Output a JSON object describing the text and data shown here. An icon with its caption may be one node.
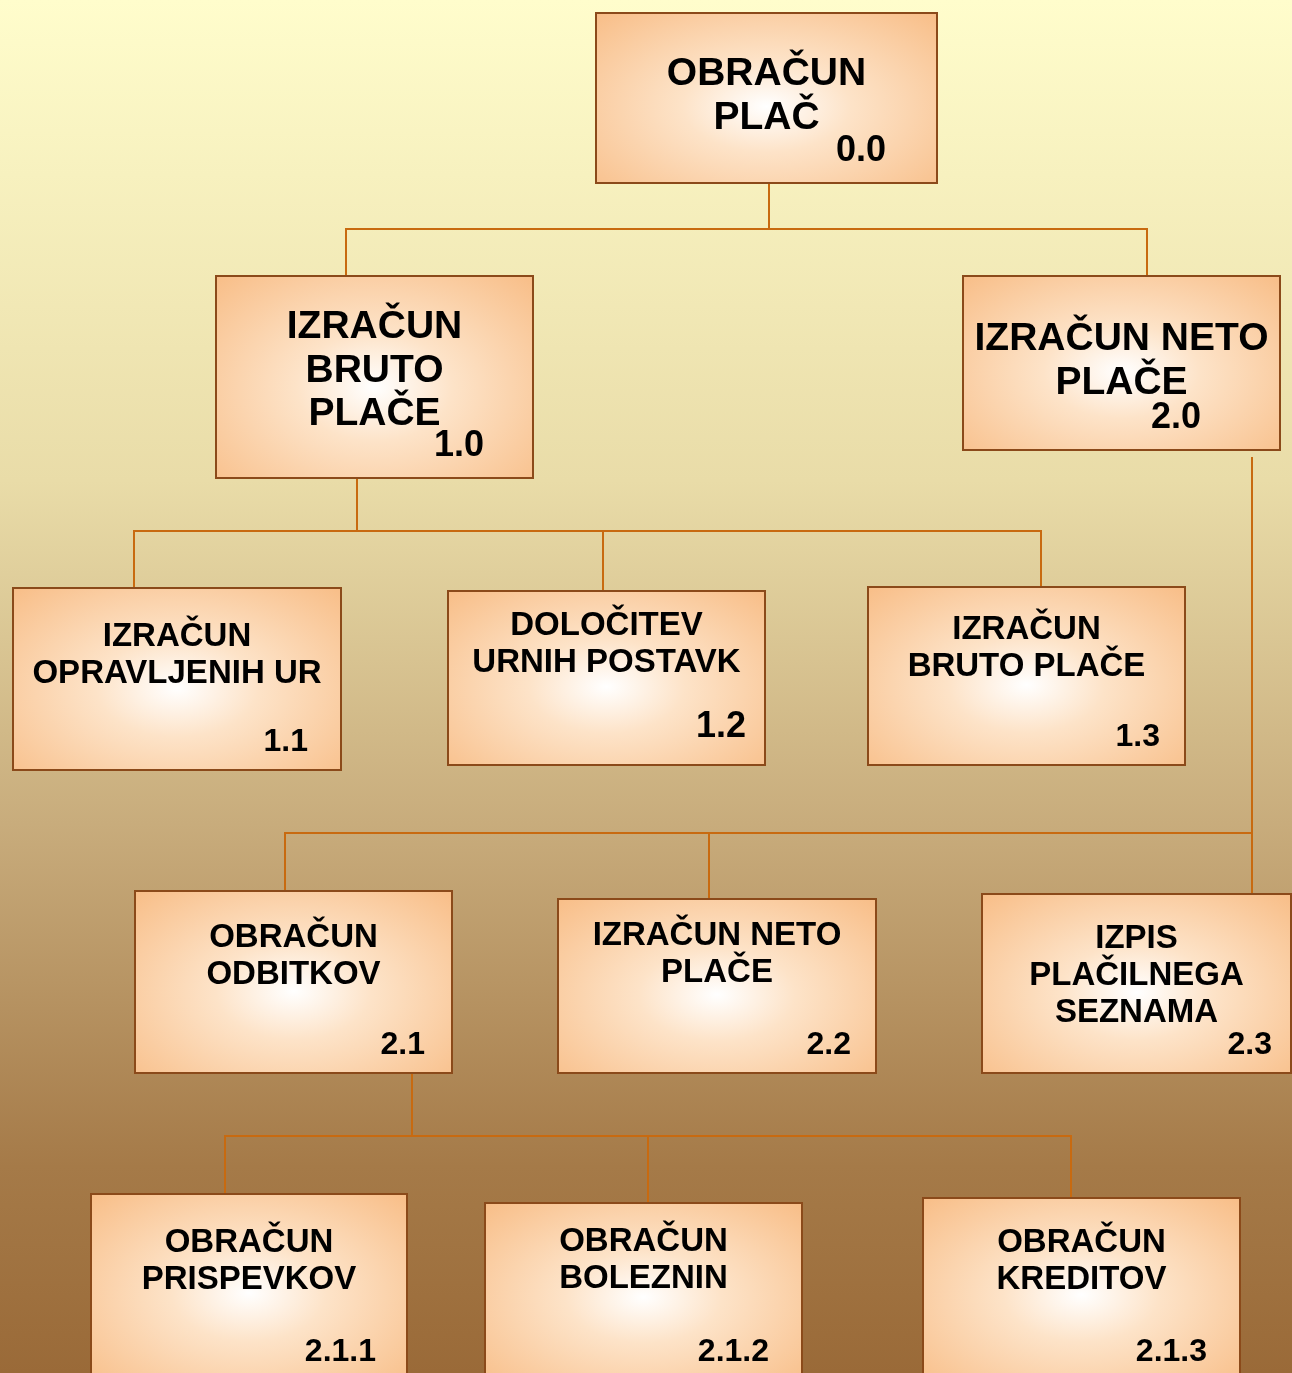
{
  "diagram": {
    "nodes": [
      {
        "text": [
          "OBRAČUN PLAČ",
          "0.0"
        ]
      },
      {
        "text": [
          "IZRAČUN BRUTO PLAČE",
          "1.0"
        ]
      },
      {
        "text": [
          "IZRAČUN NETO PLAČE",
          "2.0"
        ]
      },
      {
        "text": [
          "IZRAČUN OPRAVLJENIH UR",
          "1.1"
        ]
      },
      {
        "text": [
          "DOLOČITEV URNIH POSTAVK",
          "1.2"
        ]
      },
      {
        "text": [
          "IZRAČUN BRUTO PLAČE",
          "1.3"
        ]
      },
      {
        "text": [
          "OBRAČUN ODBITKOV",
          "2.1"
        ]
      },
      {
        "text": [
          "IZRAČUN NETO PLAČE",
          "2.2"
        ]
      },
      {
        "text": [
          "IZPIS PLAČILNEGA SEZNAMA",
          "2.3"
        ]
      },
      {
        "text": [
          "OBRAČUN PRISPEVKOV",
          "2.1.1"
        ]
      },
      {
        "text": [
          "OBRAČUN BOLEZNIN",
          "2.1.2"
        ]
      },
      {
        "text": [
          "OBRAČUN KREDITOV",
          "2.1.3"
        ]
      }
    ],
    "edges": [
      {
        "from": 0,
        "to": 1,
        "arrow": "none"
      },
      {
        "from": 0,
        "to": 2,
        "arrow": "none"
      },
      {
        "from": 1,
        "to": 3,
        "arrow": "none"
      },
      {
        "from": 1,
        "to": 4,
        "arrow": "none"
      },
      {
        "from": 1,
        "to": 5,
        "arrow": "none"
      },
      {
        "from": 2,
        "to": 6,
        "arrow": "none"
      },
      {
        "from": 2,
        "to": 7,
        "arrow": "none"
      },
      {
        "from": 2,
        "to": 8,
        "arrow": "none"
      },
      {
        "from": 6,
        "to": 9,
        "arrow": "none"
      },
      {
        "from": 6,
        "to": 10,
        "arrow": "none"
      },
      {
        "from": 6,
        "to": 11,
        "arrow": "none"
      }
    ]
  }
}
